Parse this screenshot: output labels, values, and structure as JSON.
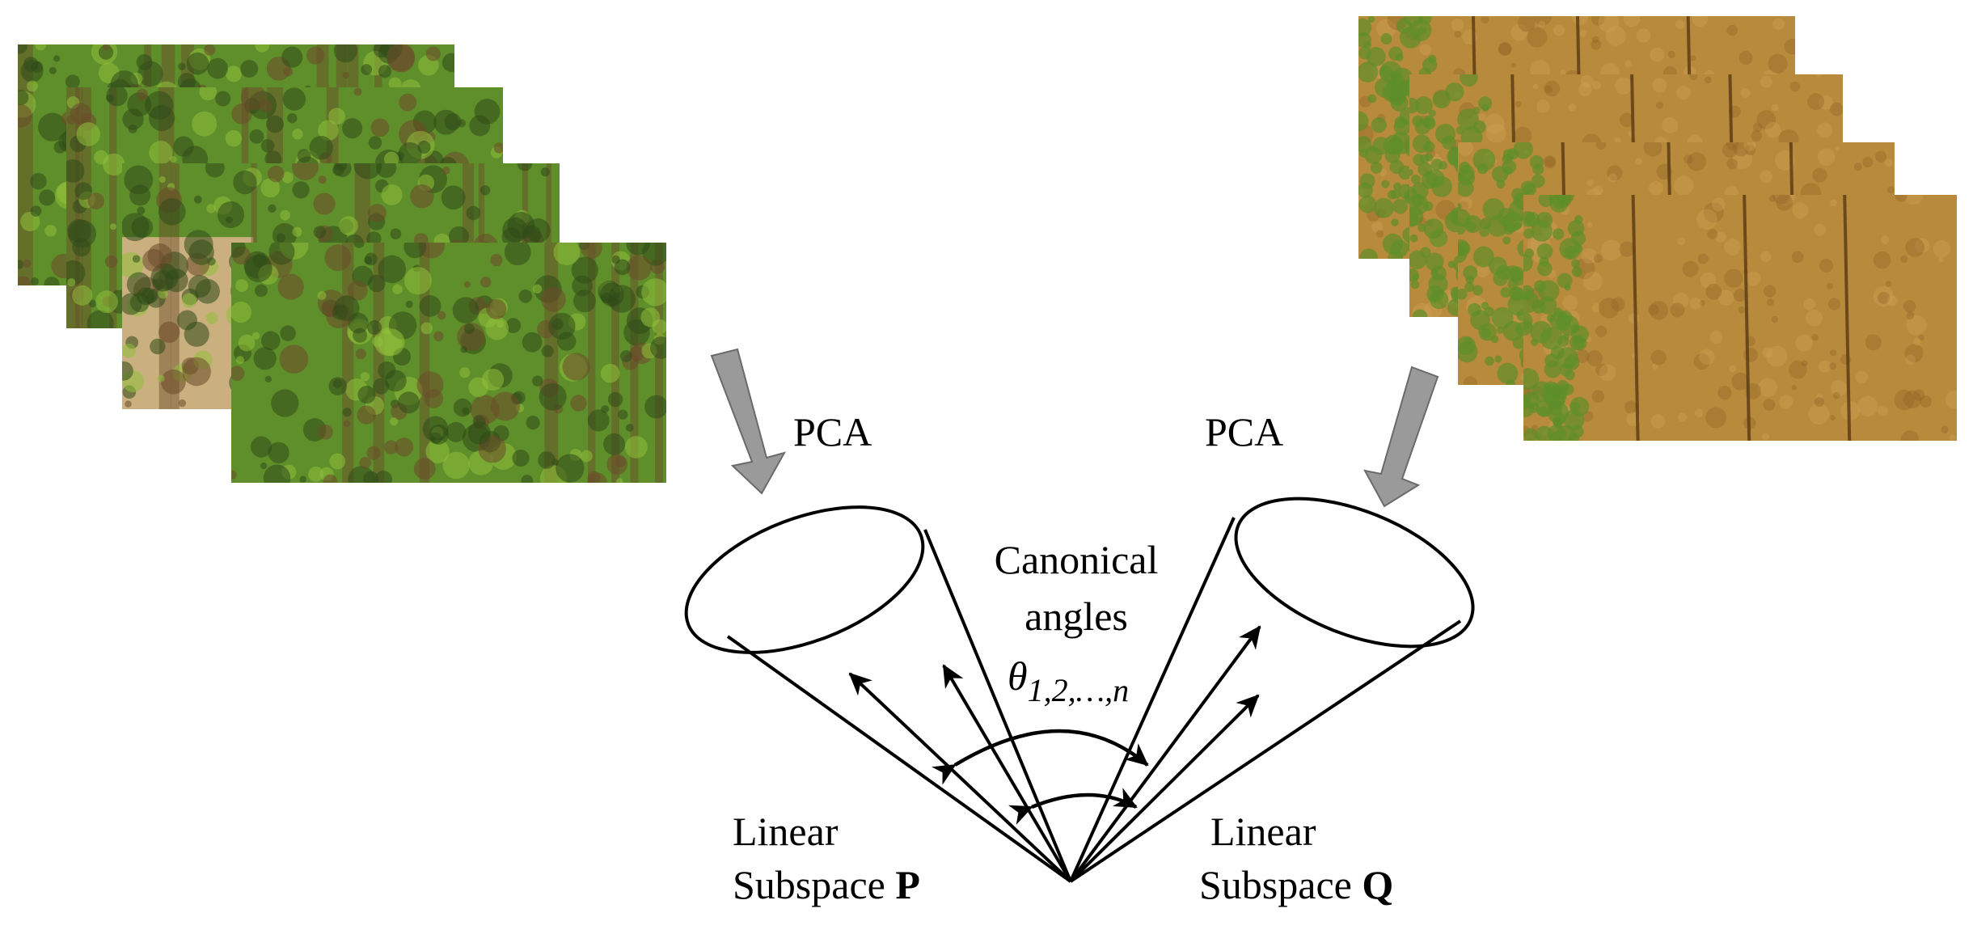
{
  "left_images": {
    "name": "vegetation aerial images",
    "palette": {
      "base": "#5f8f2a",
      "dark": "#2f4a17",
      "light": "#8fbf3a",
      "soil": "#6b4b2a",
      "sand": "#c9b07e"
    }
  },
  "right_images": {
    "name": "bare-field aerial images",
    "palette": {
      "base": "#b88a3c",
      "dark": "#8c6226",
      "light": "#cfa357",
      "green": "#5e8e2a",
      "line": "#5a3a12"
    }
  },
  "pca_left": "PCA",
  "pca_right": "PCA",
  "canonical": {
    "line1": "Canonical",
    "line2": "angles",
    "symbol": "θ",
    "subscript": "1,2,…,n"
  },
  "subspace_p": {
    "line1": "Linear",
    "line2_prefix": "Subspace ",
    "letter": "P"
  },
  "subspace_q": {
    "line1": "Linear",
    "line2_prefix": "Subspace ",
    "letter": "Q"
  },
  "colors": {
    "arrow_fill": "#9a9a9a",
    "arrow_stroke": "#6a6a6a",
    "line": "#000000"
  }
}
